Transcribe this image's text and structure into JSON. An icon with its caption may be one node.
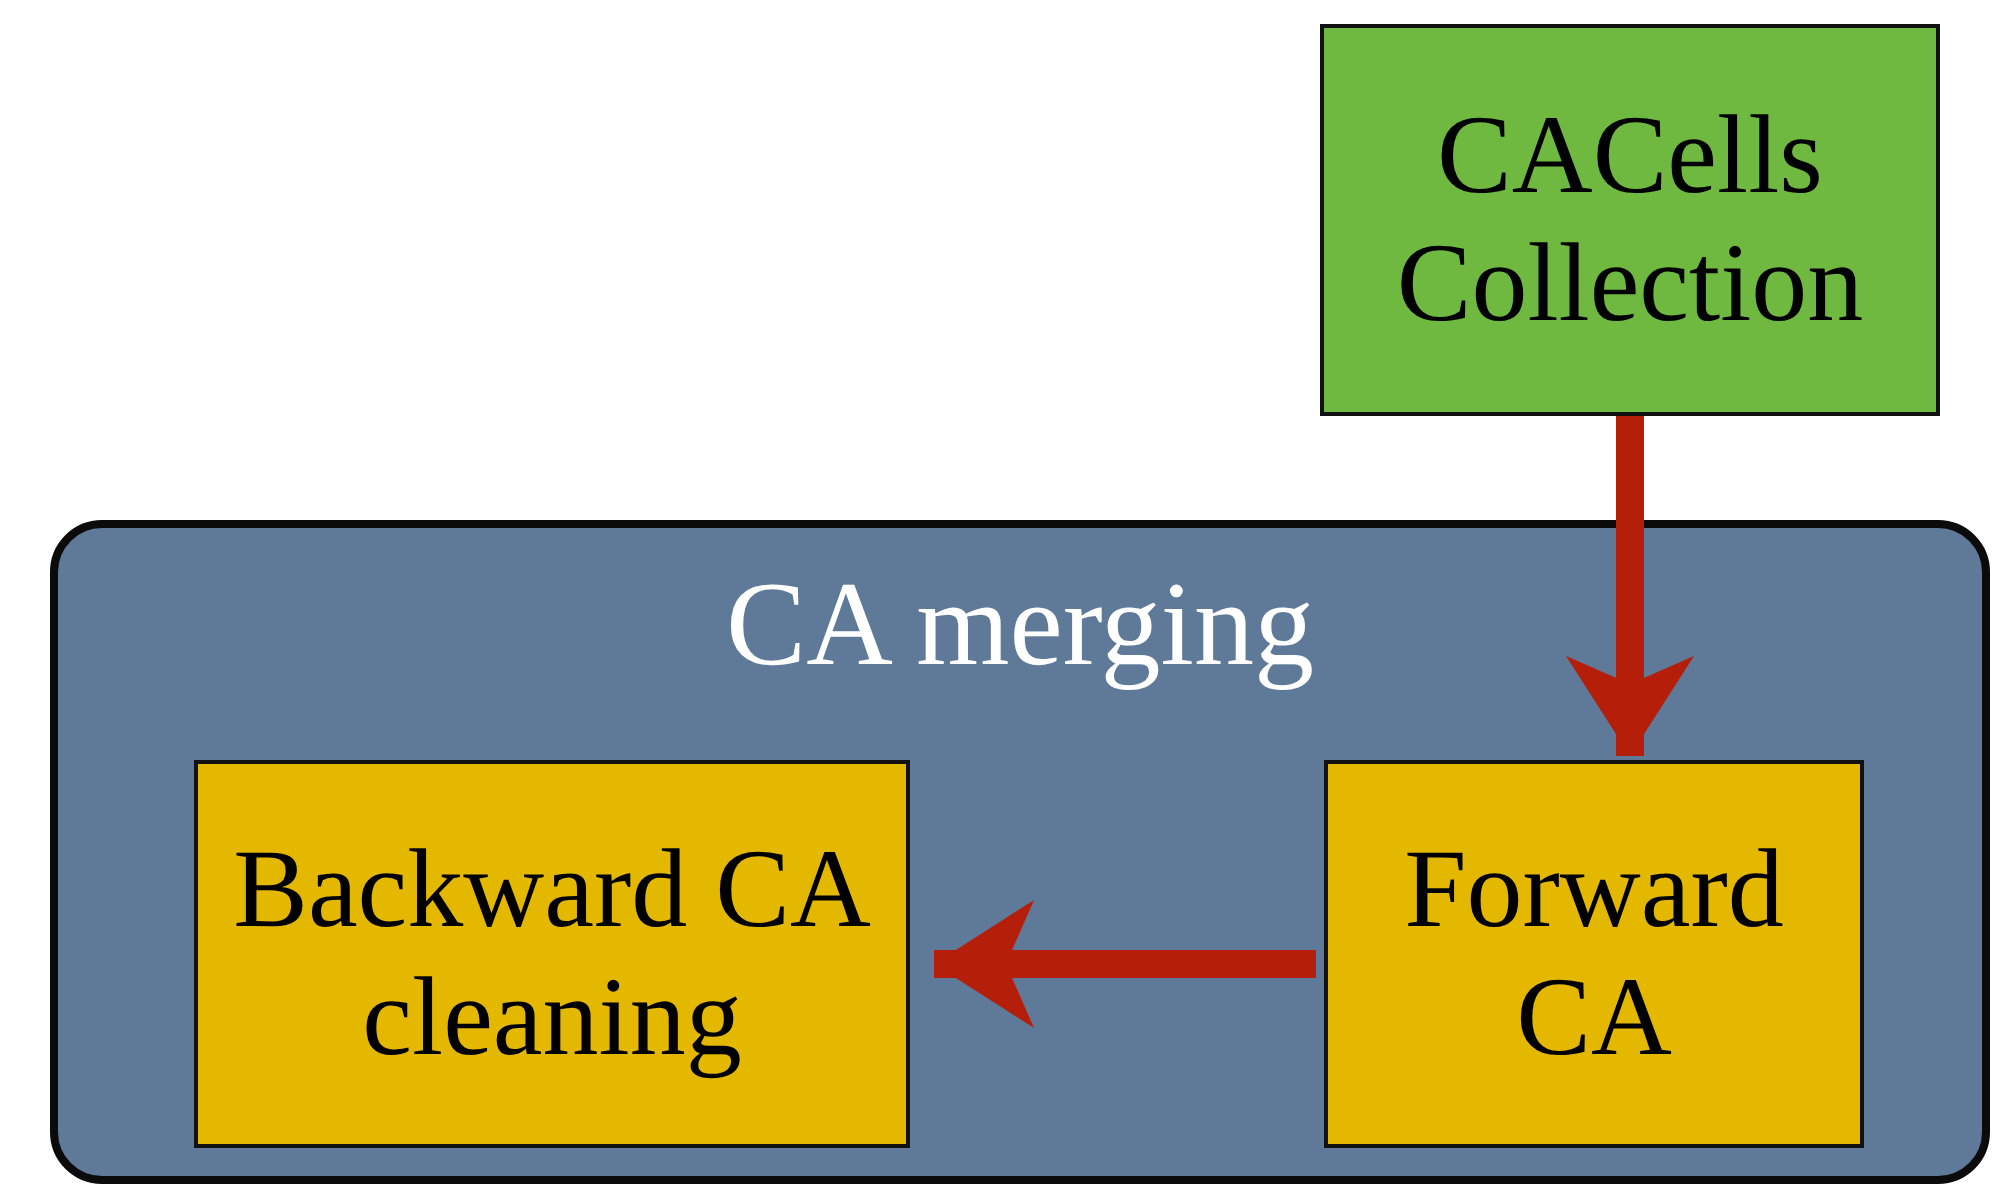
{
  "diagram": {
    "nodes": [
      {
        "text": [
          "CACells Collection"
        ]
      },
      {
        "text": [
          "CA merging"
        ]
      },
      {
        "text": [
          "Backward CA cleaning"
        ],
        "in": 1
      },
      {
        "text": [
          "Forward CA"
        ],
        "in": 1
      }
    ],
    "edges": [
      {
        "from": 0,
        "to": 3,
        "arrow": "to"
      },
      {
        "from": 3,
        "to": 2,
        "arrow": "to"
      }
    ]
  }
}
